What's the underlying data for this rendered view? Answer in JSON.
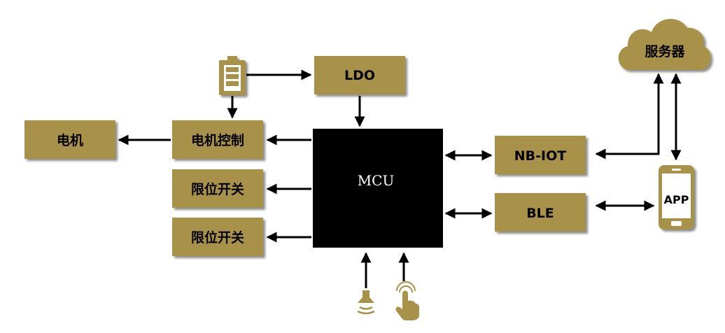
{
  "diagram": {
    "blocks": {
      "ldo": "LDO",
      "mcu": "MCU",
      "motor": "电机",
      "motor_control": "电机控制",
      "limit_switch_1": "限位开关",
      "limit_switch_2": "限位开关",
      "nbiot": "NB-IOT",
      "ble": "BLE",
      "server": "服务器",
      "app": "APP"
    },
    "icons": [
      "battery-icon",
      "buzzer-icon",
      "touch-icon",
      "cloud-icon",
      "phone-icon"
    ],
    "colors": {
      "block": "#a8924a",
      "mcu": "#000000",
      "line": "#000000",
      "text": "#000000",
      "mcu_text": "#ffffff"
    }
  }
}
